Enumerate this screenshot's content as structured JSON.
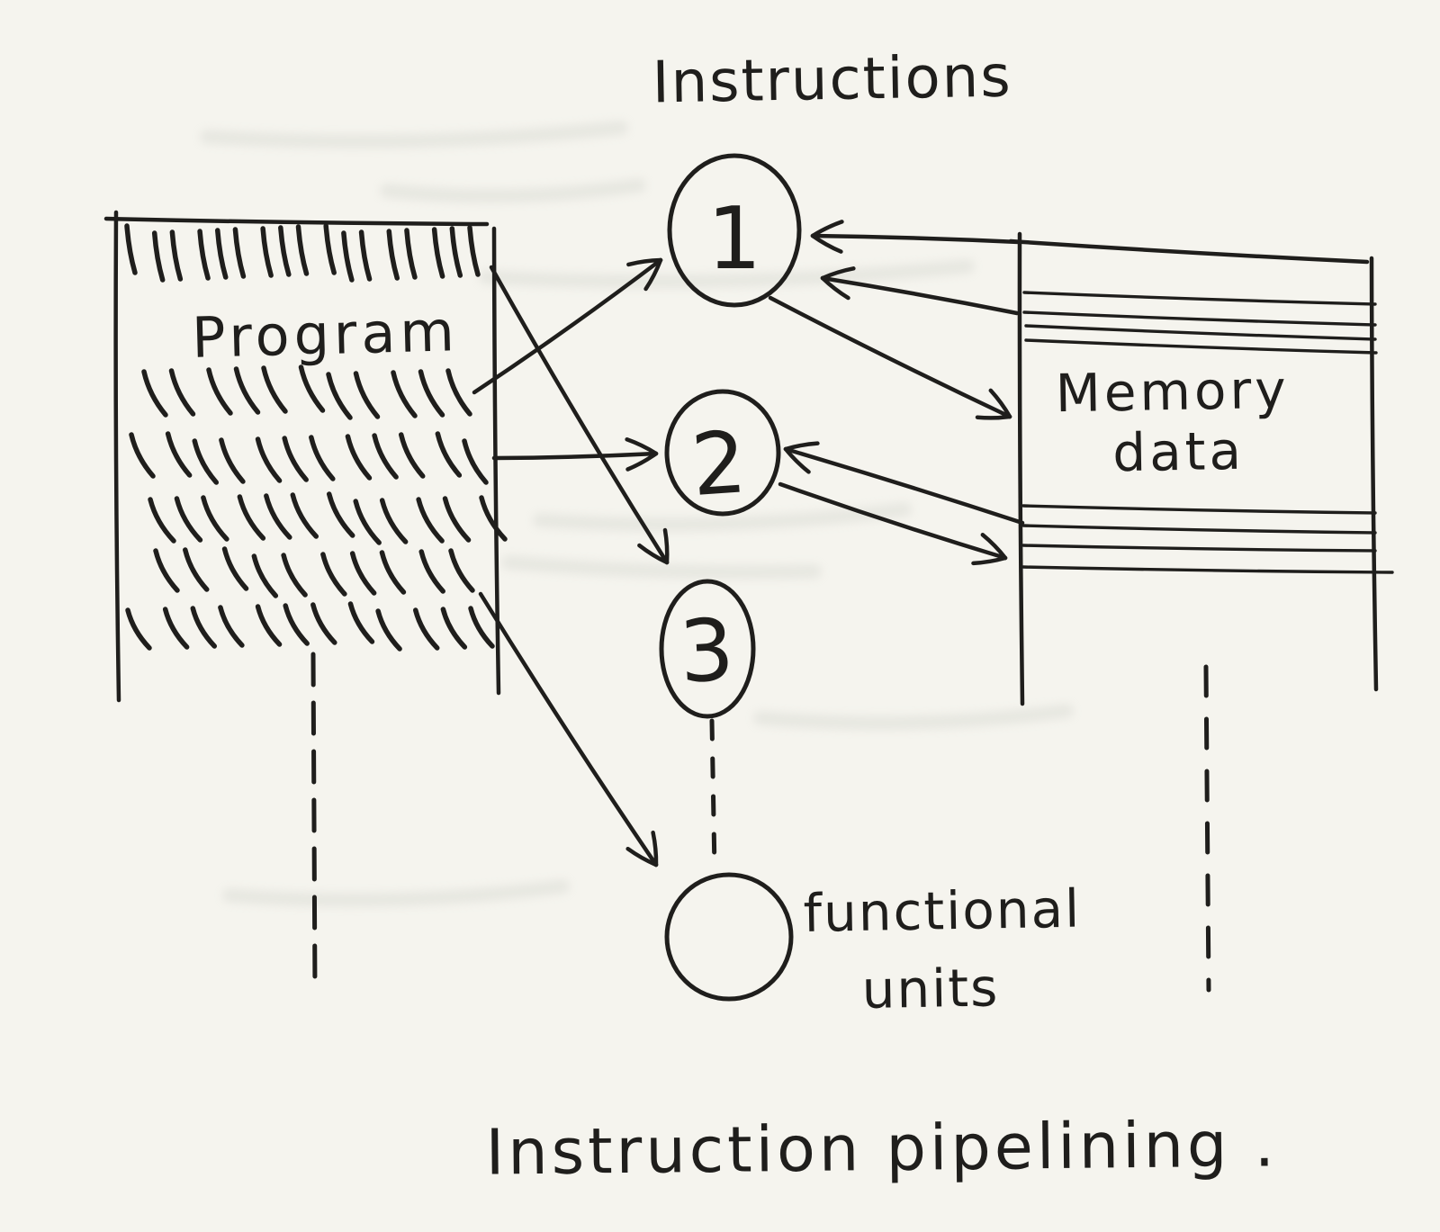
{
  "title": "Instructions",
  "program": {
    "label": "Program"
  },
  "memory": {
    "line1": "Memory",
    "line2": "data"
  },
  "functional_units": {
    "line1": "functional",
    "line2": "units"
  },
  "instruction_circles": [
    {
      "label": "1"
    },
    {
      "label": "2"
    },
    {
      "label": "3"
    }
  ],
  "caption": "Instruction pipelining .",
  "colors": {
    "ink": "#1f1e1c",
    "paper": "#f5f4ee"
  }
}
